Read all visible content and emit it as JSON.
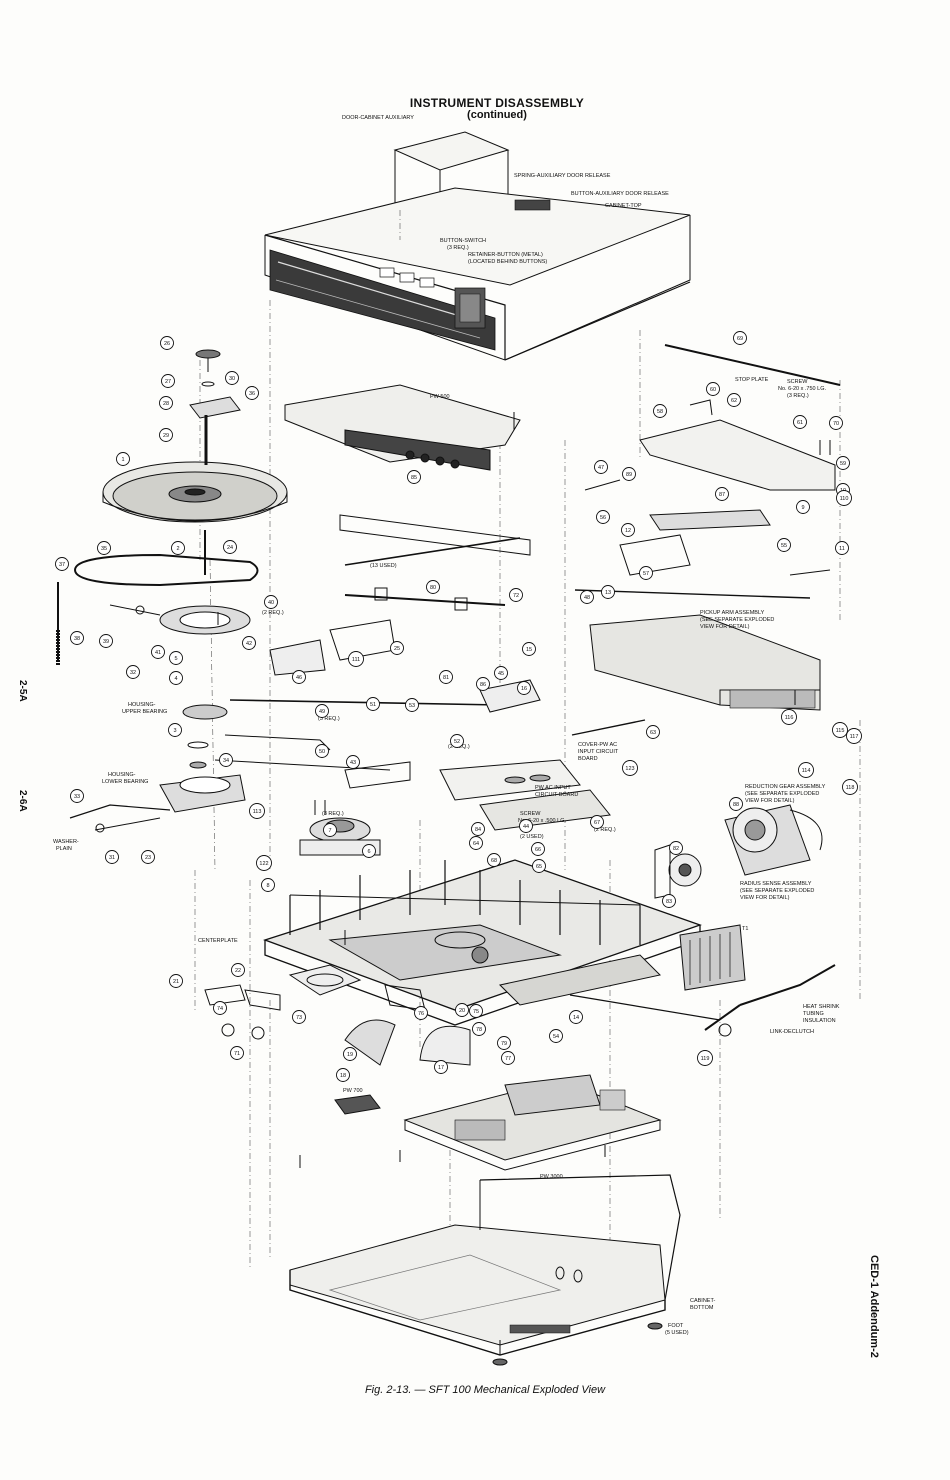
{
  "header": {
    "title": "INSTRUMENT DISASSEMBLY",
    "subtitle": "(continued)"
  },
  "side_labels": {
    "page_a": "2-5A",
    "page_b": "2-6A",
    "right": "CED-1 Addendum-2"
  },
  "caption": "Fig. 2-13. — SFT 100 Mechanical Exploded View",
  "labels": {
    "door_cabinet_aux": "DOOR-CABINET AUXILIARY",
    "spring_aux_door": "SPRING-AUXILIARY DOOR RELEASE",
    "button_aux_door": "BUTTON-AUXILIARY DOOR RELEASE",
    "cabinet_top": "CABINET-TOP",
    "button_switch": "BUTTON-SWITCH",
    "button_switch_qty": "(3 REQ.)",
    "retainer_button": "RETAINER-BUTTON (METAL)",
    "retainer_button_loc": "(LOCATED BEHIND BUTTONS)",
    "pw500": "PW 500",
    "stop_plate": "STOP PLATE",
    "screw_a": "SCREW",
    "screw_a_spec": "No. 6-20 x .750 LG.",
    "screw_a_qty": "(3 REQ.)",
    "pickup_arm": "PICKUP ARM ASSEMBLY",
    "pickup_arm_2": "(SEE SEPARATE EXPLODED",
    "pickup_arm_3": "VIEW FOR DETAIL)",
    "cover_pw_ac": "COVER-PW AC",
    "cover_pw_ac_2": "INPUT CIRCUIT",
    "cover_pw_ac_3": "BOARD",
    "pw_ac_input": "PW AC INPUT",
    "pw_ac_input_2": "CIRCUIT BOARD",
    "screw_b": "SCREW",
    "screw_b_spec": "No. 6-20 x .500 LG.",
    "reduction_gear": "REDUCTION GEAR ASSEMBLY",
    "reduction_gear_2": "(SEE SEPARATE EXPLODED",
    "reduction_gear_3": "VIEW FOR DETAIL)",
    "radius_sense": "RADIUS SENSE ASSEMBLY",
    "radius_sense_2": "(SEE SEPARATE EXPLODED",
    "radius_sense_3": "VIEW FOR DETAIL)",
    "housing_upper": "HOUSING-",
    "housing_upper_2": "UPPER BEARING",
    "housing_lower": "HOUSING-",
    "housing_lower_2": "LOWER BEARING",
    "washer_plain": "WASHER-",
    "washer_plain_2": "PLAIN",
    "centerplate": "CENTERPLATE",
    "t1": "T1",
    "heat_shrink": "HEAT SHRINK",
    "heat_shrink_2": "TUBING",
    "heat_shrink_3": "INSULATION",
    "link_declutch": "LINK-DECLUTCH",
    "pw700": "PW 700",
    "pw3000": "PW 3000",
    "cabinet_bottom": "CABINET-",
    "cabinet_bottom_2": "BOTTOM",
    "foot": "FOOT",
    "foot_qty": "(5 USED)",
    "qty_13_used": "(13 USED)",
    "qty_2_req_40": "(2 REQ.)",
    "qty_3_req_49": "(3 REQ.)",
    "qty_2_req_52": "(2 REQ.)",
    "qty_3_req_81": "(3 REQ.)",
    "qty_2_used_44": "(2 USED)",
    "qty_2_req_67": "(2 REQ.)"
  },
  "callouts": [
    "1",
    "2",
    "3",
    "4",
    "5",
    "6",
    "7",
    "8",
    "9",
    "10",
    "11",
    "12",
    "13",
    "14",
    "15",
    "16",
    "17",
    "18",
    "19",
    "20",
    "21",
    "22",
    "23",
    "24",
    "25",
    "26",
    "27",
    "28",
    "29",
    "30",
    "31",
    "32",
    "33",
    "34",
    "35",
    "36",
    "37",
    "38",
    "39",
    "40",
    "41",
    "42",
    "43",
    "44",
    "45",
    "46",
    "47",
    "48",
    "49",
    "50",
    "51",
    "52",
    "53",
    "54",
    "55",
    "56",
    "57",
    "58",
    "59",
    "60",
    "61",
    "62",
    "63",
    "64",
    "65",
    "66",
    "67",
    "68",
    "69",
    "70",
    "71",
    "72",
    "73",
    "74",
    "75",
    "76",
    "77",
    "78",
    "79",
    "80",
    "81",
    "82",
    "83",
    "84",
    "85",
    "86",
    "87",
    "88",
    "89",
    "110",
    "111",
    "113",
    "114",
    "115",
    "116",
    "117",
    "118",
    "119",
    "122",
    "123"
  ]
}
